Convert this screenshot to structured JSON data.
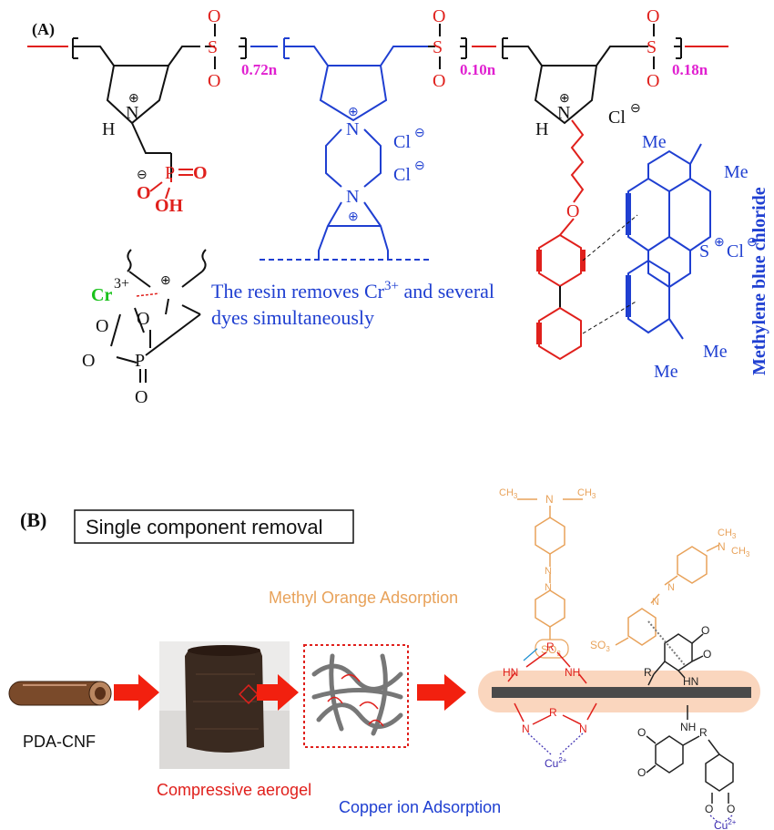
{
  "panel_a": {
    "label": "(A)",
    "sulfonyl_s": "S",
    "sulfonyl_o": "O",
    "subscripts": [
      "0.72n",
      "0.10n",
      "0.18n"
    ],
    "n_plus": "N",
    "plus_sign": "⊕",
    "minus_sign": "⊖",
    "h": "H",
    "p": "P",
    "o": "O",
    "oh": "OH",
    "cl": "Cl",
    "cr": "Cr",
    "cr_charge": "3+",
    "me": "Me",
    "s_plus": "S",
    "caption_line1": "The resin removes Cr",
    "caption_sup": "3+",
    "caption_line1_end": " and several",
    "caption_line2": "dyes simultaneously",
    "vertical_label": "Methylene blue chloride"
  },
  "panel_b": {
    "label": "(B)",
    "box_label": "Single component removal",
    "methyl_orange": "Methyl Orange Adsorption",
    "pda_cnf": "PDA-CNF",
    "compressive_aerogel": "Compressive aerogel",
    "copper_ion": "Copper ion Adsorption",
    "ch3": "CH",
    "ch3_sub": "3",
    "n_label": "N",
    "so3": "SO",
    "so3_sub": "3",
    "hn": "HN",
    "nh": "NH",
    "r": "R",
    "cu": "Cu",
    "cu_charge": "2+",
    "o": "O"
  },
  "colors": {
    "black": "#111111",
    "blue": "#1f3fd1",
    "red": "#e0201c",
    "magenta": "#e020d0",
    "green": "#19c21a",
    "orange": "#e8a25a",
    "arrow": "#f2200f",
    "copper": "#3a2bb0"
  }
}
